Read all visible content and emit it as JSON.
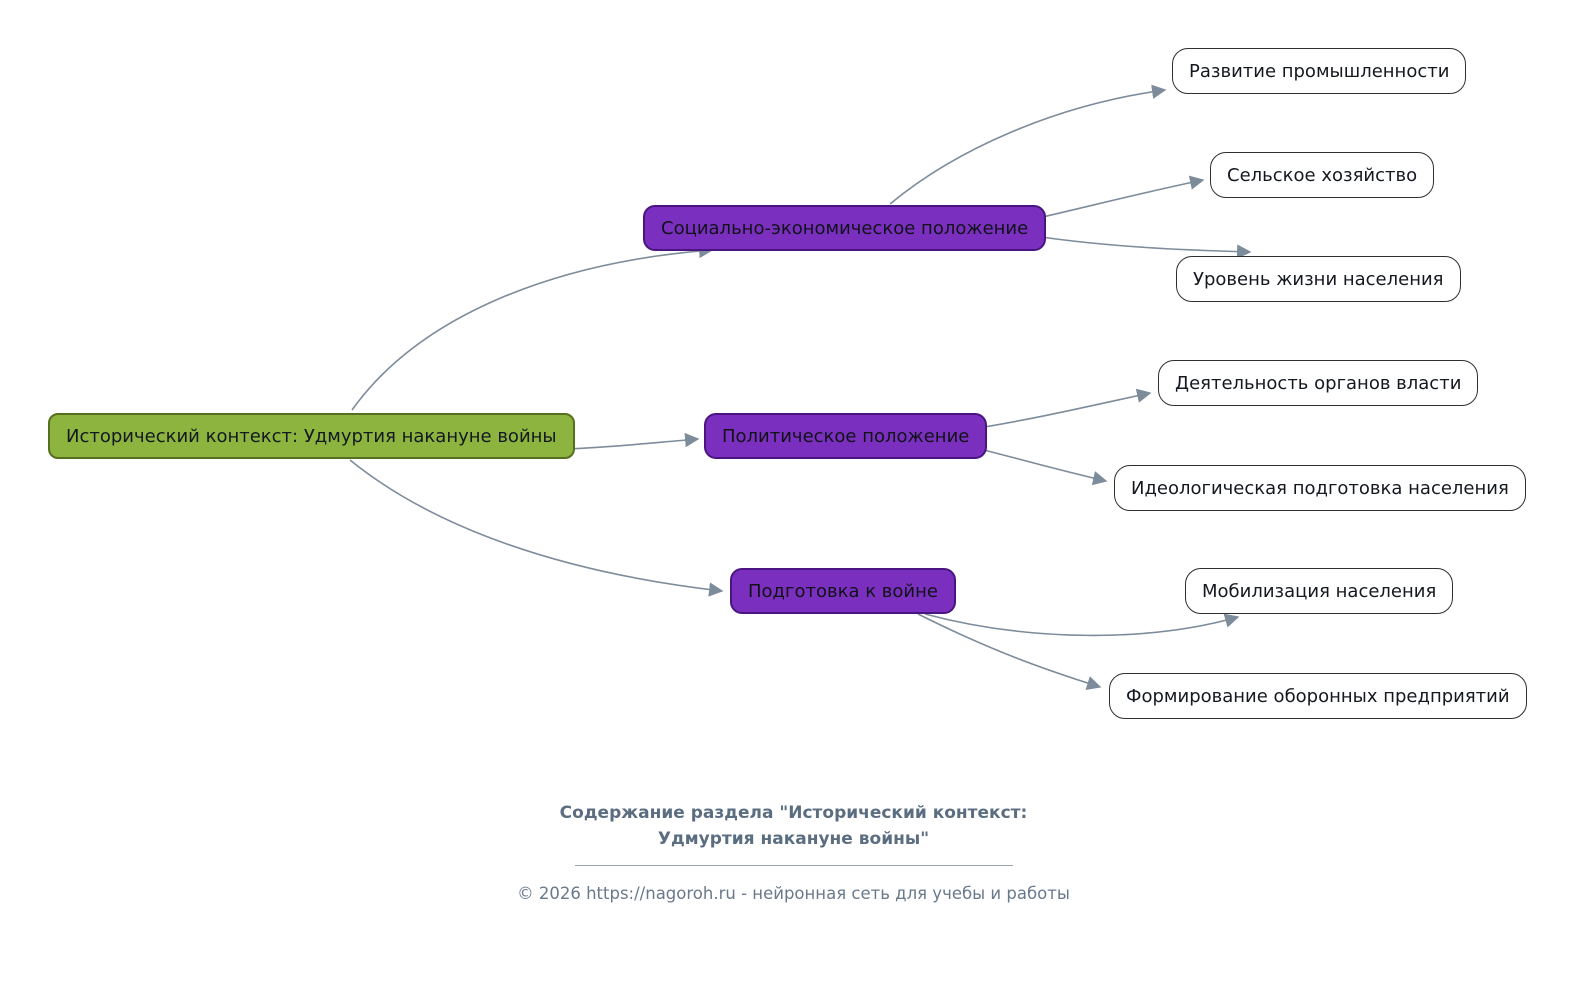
{
  "mindmap": {
    "root": {
      "label": "Исторический контекст: Удмуртия накануне войны"
    },
    "branches": [
      {
        "label": "Социально-экономическое положение",
        "children": [
          {
            "label": "Развитие промышленности"
          },
          {
            "label": "Сельское хозяйство"
          },
          {
            "label": "Уровень жизни населения"
          }
        ]
      },
      {
        "label": "Политическое положение",
        "children": [
          {
            "label": "Деятельность органов власти"
          },
          {
            "label": "Идеологическая подготовка населения"
          }
        ]
      },
      {
        "label": "Подготовка к войне",
        "children": [
          {
            "label": "Мобилизация населения"
          },
          {
            "label": "Формирование оборонных предприятий"
          }
        ]
      }
    ]
  },
  "footer": {
    "title": "Содержание раздела \"Исторический контекст:\nУдмуртия накануне войны\"",
    "copyright_prefix": "© 2026 ",
    "copyright_link": "https://nagoroh.ru",
    "copyright_suffix": " - нейронная сеть для учебы и работы"
  },
  "colors": {
    "root_fill": "#8cb43f",
    "root_border": "#55711f",
    "branch_fill": "#7b2fbf",
    "branch_border": "#4a1580",
    "leaf_fill": "#ffffff",
    "leaf_border": "#2f2f2f",
    "edge": "#7d8c9b",
    "footer_text": "#5b6d80"
  }
}
